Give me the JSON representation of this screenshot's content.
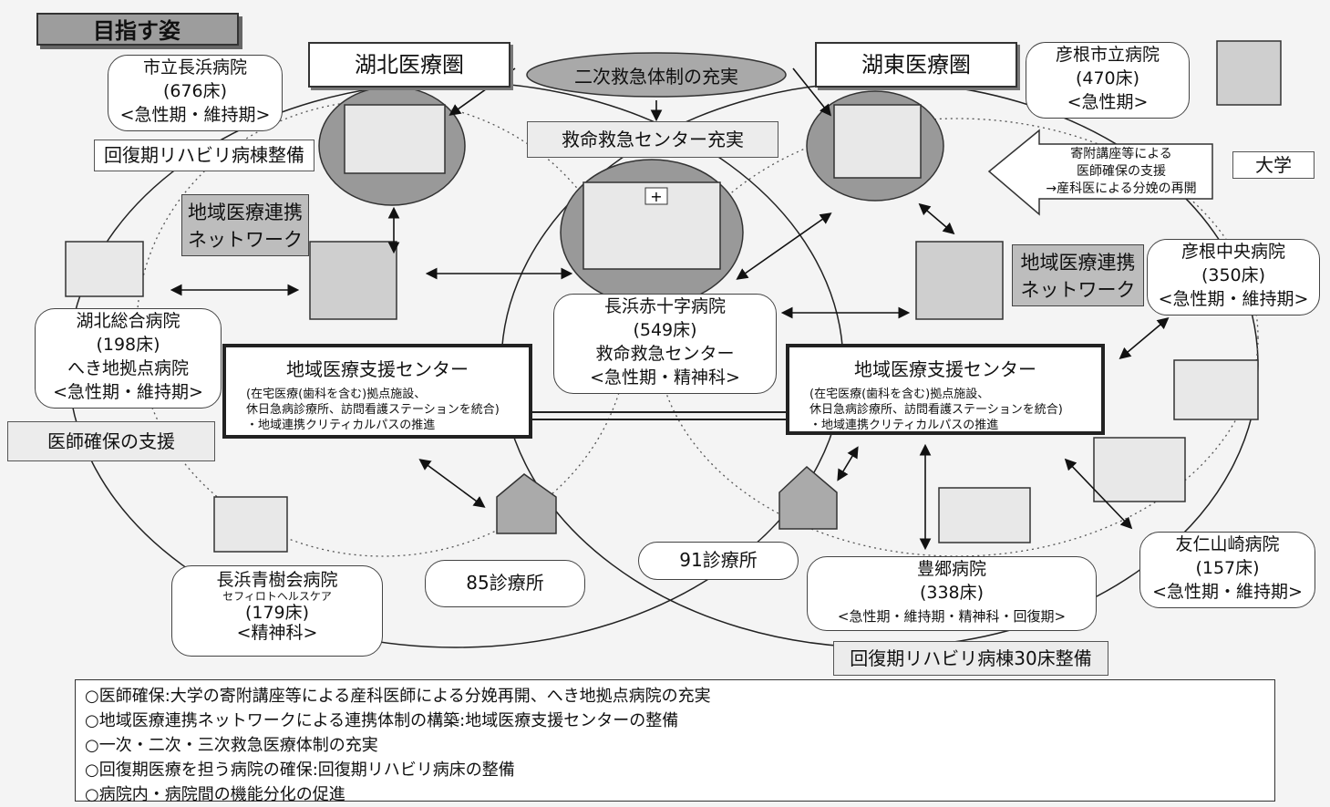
{
  "title": "目指す姿",
  "areas": {
    "kohoku": "湖北医療圏",
    "koto": "湖東医療圏"
  },
  "emergency_system": "二次救急体制の充実",
  "emergency_center_enhance": "救命救急センター充実",
  "university": "大学",
  "endowment_arrow": [
    "寄附講座等による",
    "医師確保の支援",
    "→産科医による分娩の再開"
  ],
  "rehab_kohoku": "回復期リハビリ病棟整備",
  "rehab_30": "回復期リハビリ病棟30床整備",
  "physician_support": "医師確保の支援",
  "network": [
    "地域医療連携",
    "ネットワーク"
  ],
  "support_center": {
    "title": "地域医療支援センター",
    "line1": "(在宅医療(歯科を含む)拠点施設、",
    "line2": "休日急病診療所、訪問看護ステーションを統合)",
    "line3": "・地域連携クリティカルパスの推進"
  },
  "clinics_left": "85診療所",
  "clinics_right": "91診療所",
  "hospitals": {
    "nagahama_city": [
      "市立長浜病院",
      "(676床)",
      "<急性期・維持期>"
    ],
    "hikone_city": [
      "彦根市立病院",
      "(470床)",
      "<急性期>"
    ],
    "kohoku_general": [
      "湖北総合病院",
      "(198床)",
      "へき地拠点病院",
      "<急性期・維持期>"
    ],
    "nagahama_redcross": [
      "長浜赤十字病院",
      "(549床)",
      "救命救急センター",
      "<急性期・精神科>"
    ],
    "hikone_central": [
      "彦根中央病院",
      "(350床)",
      "<急性期・維持期>"
    ],
    "yujin_yamazaki": [
      "友仁山崎病院",
      "(157床)",
      "<急性期・維持期>"
    ],
    "toyosato": [
      "豊郷病院",
      "(338床)",
      "<急性期・維持期・精神科・回復期>"
    ],
    "nagahama_seijukai": [
      "長浜青樹会病院",
      "セフィロトヘルスケア",
      "(179床)",
      "<精神科>"
    ]
  },
  "bullets": [
    "○医師確保:大学の寄附講座等による産科医師による分娩再開、へき地拠点病院の充実",
    "○地域医療連携ネットワークによる連携体制の構築:地域医療支援センターの整備",
    "○一次・二次・三次救急医療体制の充実",
    "○回復期医療を担う病院の確保:回復期リハビリ病床の整備",
    "○病院内・病院間の機能分化の促進"
  ]
}
